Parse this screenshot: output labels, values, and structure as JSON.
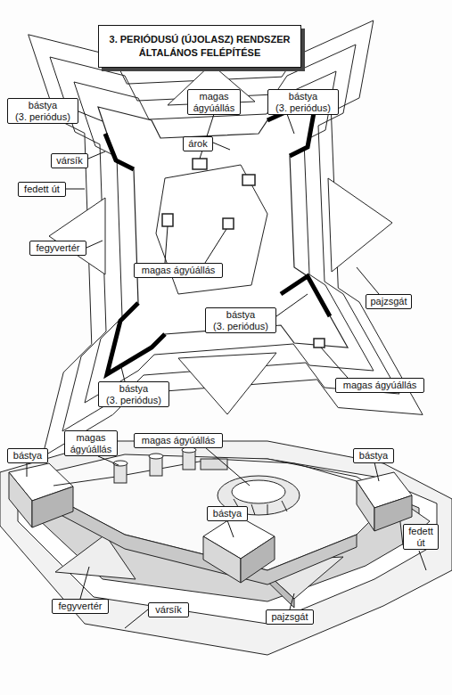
{
  "diagram": {
    "title": "3. PERIÓDUSÚ (ÚJOLASZ) RENDSZER ÁLTALÁNOS FELÉPÍTÉSE",
    "nodes": [
      {
        "text": [
          "bástya",
          "(3. periódus)"
        ]
      },
      {
        "text": [
          "vársík"
        ]
      },
      {
        "text": [
          "fedett út"
        ]
      },
      {
        "text": [
          "magas ágyúállás"
        ]
      },
      {
        "text": [
          "bástya",
          "(3. periódus)"
        ]
      },
      {
        "text": [
          "árok"
        ]
      },
      {
        "text": [
          "fegyvertér"
        ]
      },
      {
        "text": [
          "magas ágyúállás"
        ]
      },
      {
        "text": [
          "pajzsgát"
        ]
      },
      {
        "text": [
          "bástya",
          "(3. periódus)"
        ]
      },
      {
        "text": [
          "bástya",
          "(3. periódus)"
        ]
      },
      {
        "text": [
          "magas ágyúállás"
        ]
      },
      {
        "text": [
          "bástya"
        ]
      },
      {
        "text": [
          "magas ágyúállás"
        ]
      },
      {
        "text": [
          "magas ágyúállás"
        ]
      },
      {
        "text": [
          "bástya"
        ]
      },
      {
        "text": [
          "bástya"
        ]
      },
      {
        "text": [
          "fedett út"
        ]
      },
      {
        "text": [
          "fegyvertér"
        ]
      },
      {
        "text": [
          "vársík"
        ]
      },
      {
        "text": [
          "pajzsgát"
        ]
      }
    ]
  }
}
